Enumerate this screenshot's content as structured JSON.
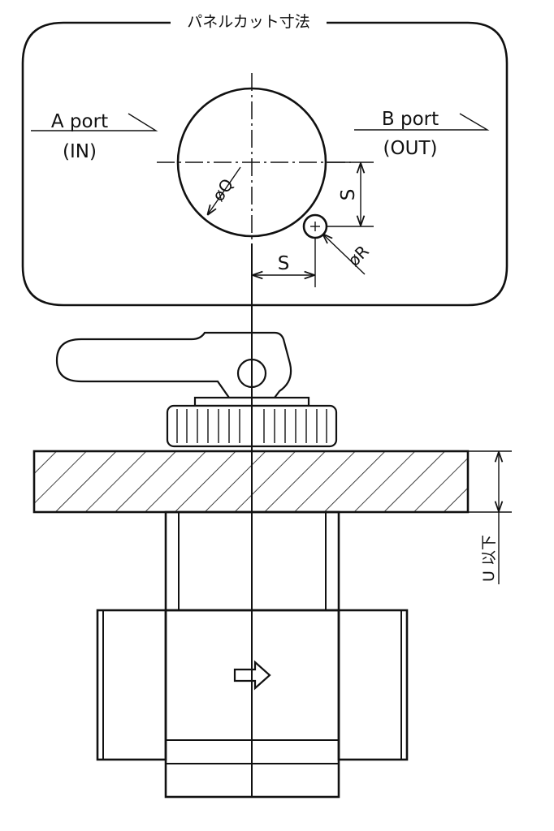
{
  "panel_cut": {
    "title": "パネルカット寸法"
  },
  "ports": {
    "a_port": "A port",
    "a_in": "(IN)",
    "b_port": "B port",
    "b_out": "(OUT)"
  },
  "dimensions": {
    "phi_q": "øQ",
    "phi_r": "øR",
    "s_vertical": "S",
    "s_horizontal": "S",
    "u_max": "U 以下"
  }
}
